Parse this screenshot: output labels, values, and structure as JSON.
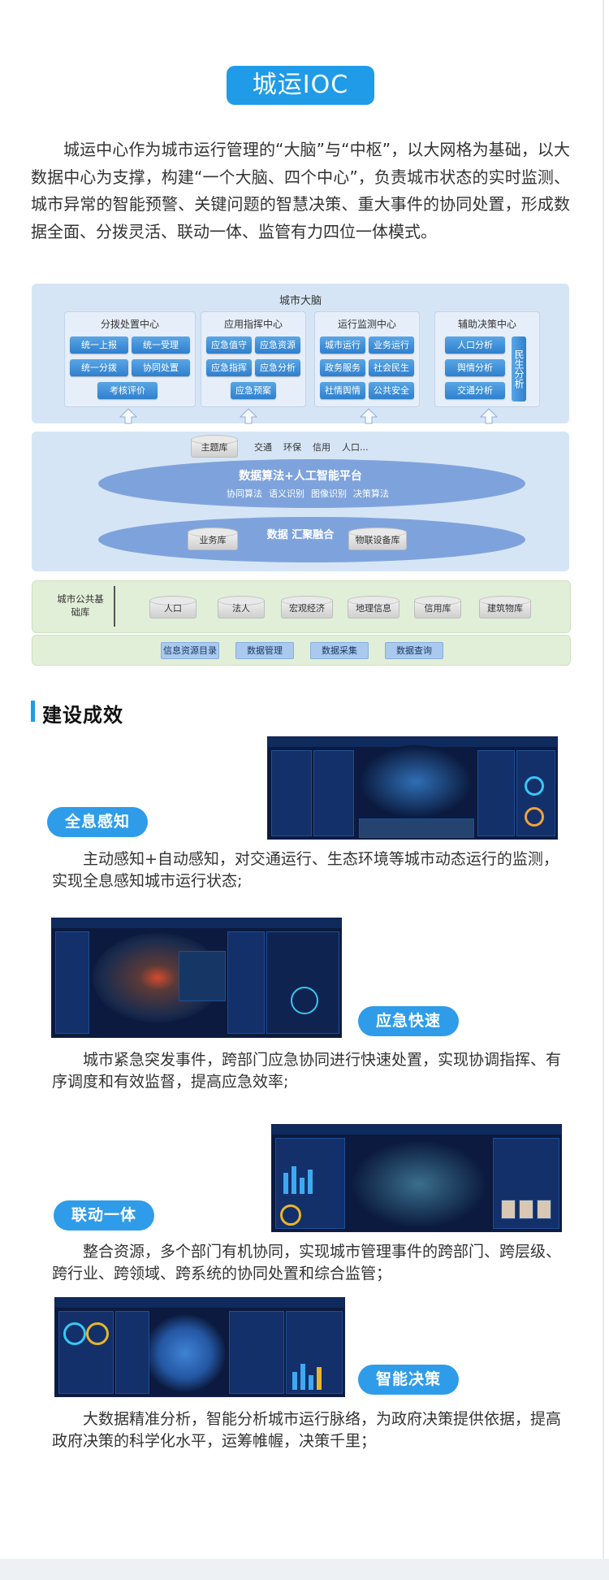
{
  "title": "城运IOC",
  "intro": "城运中心作为城市运行管理的“大脑”与“中枢”，以大网格为基础，以大数据中心为支撑，构建“一个大脑、四个中心”，负责城市状态的实时监测、城市异常的智能预警、关键问题的智慧决策、重大事件的协同处置，形成数据全面、分拨灵活、联动一体、监管有力四位一体模式。",
  "diagram": {
    "brain": "城市大脑",
    "centers": [
      {
        "name": "分拨处置中心",
        "items": [
          "统一上报",
          "统一受理",
          "统一分拨",
          "协同处置",
          "考核评价"
        ]
      },
      {
        "name": "应用指挥中心",
        "items": [
          "应急值守",
          "应急资源",
          "应急指挥",
          "应急分析",
          "应急预案"
        ]
      },
      {
        "name": "运行监测中心",
        "items": [
          "城市运行",
          "业务运行",
          "政务服务",
          "社会民生",
          "社情舆情",
          "公共安全"
        ]
      },
      {
        "name": "辅助决策中心",
        "items": [
          "人口分析",
          "舆情分析",
          "交通分析"
        ],
        "side": "民生分析"
      }
    ],
    "theme_db": "主题库",
    "theme_items": [
      "交通",
      "环保",
      "信用",
      "人口..."
    ],
    "platform": "数据算法+人工智能平台",
    "algos": [
      "协同算法",
      "语义识别",
      "图像识别",
      "决策算法"
    ],
    "fusion": "数据 汇聚融合",
    "business_db": "业务库",
    "iot_db": "物联设备库",
    "base_label": "城市公共基础库",
    "base_items": [
      "人口",
      "法人",
      "宏观经济",
      "地理信息",
      "信用库",
      "建筑物库"
    ],
    "bottom_items": [
      "信息资源目录",
      "数据管理",
      "数据采集",
      "数据查询"
    ]
  },
  "results": {
    "title": "建设成效",
    "items": [
      {
        "tag": "全息感知",
        "text": "主动感知+自动感知，对交通运行、生态环境等城市动态运行的监测，实现全息感知城市运行状态;"
      },
      {
        "tag": "应急快速",
        "text": "城市紧急突发事件，跨部门应急协同进行快速处置，实现协调指挥、有序调度和有效监督，提高应急效率;"
      },
      {
        "tag": "联动一体",
        "text": "整合资源，多个部门有机协同，实现城市管理事件的跨部门、跨层级、跨行业、跨领域、跨系统的协同处置和综合监管；"
      },
      {
        "tag": "智能决策",
        "text": "大数据精准分析，智能分析城市运行脉络，为政府决策提供依据，提高政府决策的科学化水平，运筹帷幄，决策千里；"
      }
    ]
  },
  "colors": {
    "accent": "#1f9be8",
    "panel_blue": "#d6e5f6",
    "panel_green": "#e2efd8",
    "screen_bg": "#0b1a3e"
  }
}
